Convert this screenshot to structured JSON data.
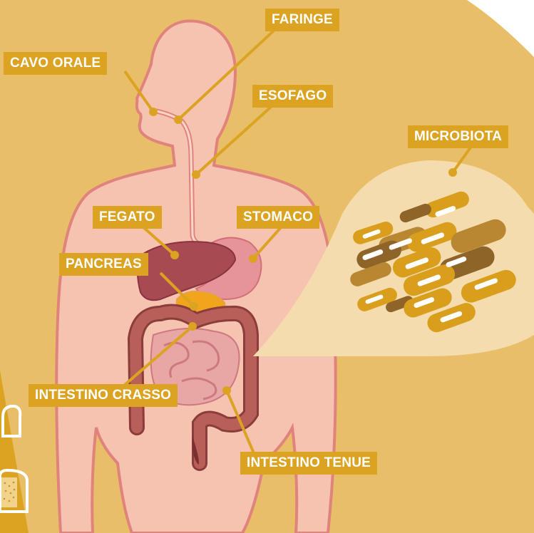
{
  "labels": {
    "faringe": "FARINGE",
    "cavo_orale": "CAVO ORALE",
    "esofago": "ESOFAGO",
    "microbiota": "MICROBIOTA",
    "fegato": "FEGATO",
    "stomaco": "STOMACO",
    "pancreas": "PANCREAS",
    "intestino_crasso": "INTESTINO CRASSO",
    "intestino_tenue": "INTESTINO TENUE"
  },
  "colors": {
    "background": "#e8bf68",
    "label_fill": "#dba321",
    "label_text": "#ffffff",
    "body_fill": "#f6c3b0",
    "body_outline": "#e0837c",
    "liver": "#a84a52",
    "stomach": "#e6949a",
    "pancreas": "#f0a51c",
    "colon": "#b75f58",
    "small_intestine": "#e8a7a5",
    "microbiota_bubble": "#f4dcae",
    "bacteria_gold": "#d99e1c",
    "bacteria_brown": "#8e6428",
    "bacteria_mid": "#b98632"
  },
  "icons": [
    "bread-slice-icon",
    "bread-loaf-icon"
  ]
}
